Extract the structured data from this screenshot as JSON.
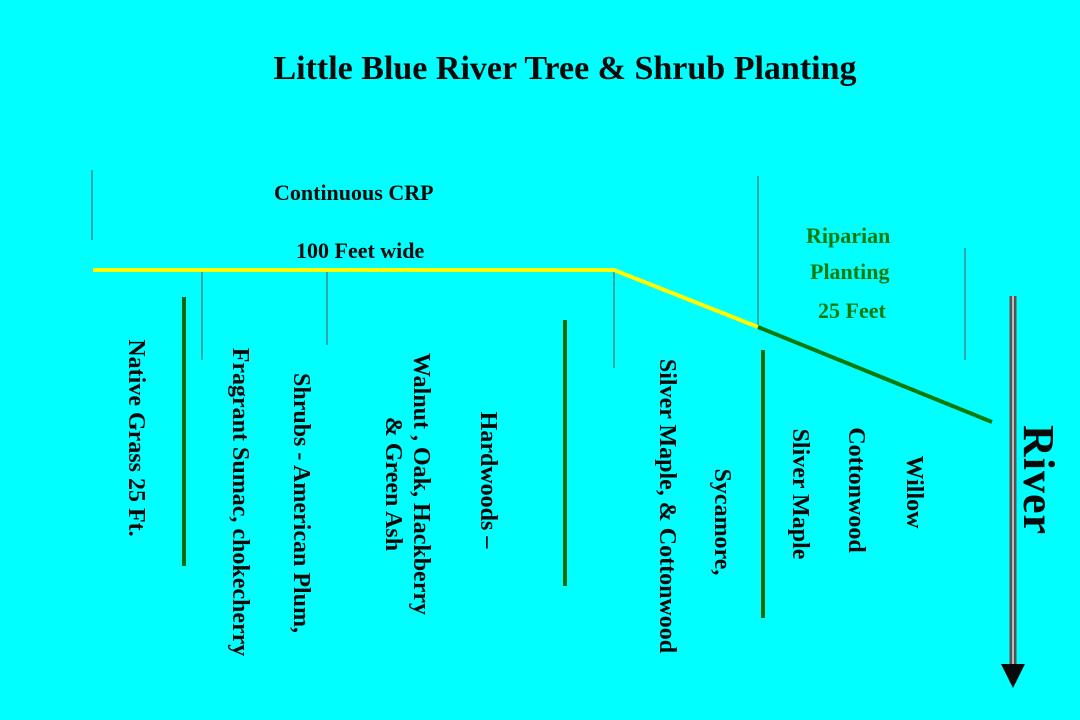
{
  "title": "Little Blue River Tree & Shrub Planting",
  "crp": {
    "line1": "Continuous CRP",
    "line2": "100 Feet wide"
  },
  "riparian": {
    "line1": "Riparian",
    "line2": "Planting",
    "line3": "25 Feet"
  },
  "zones": {
    "native_grass": "Native Grass 25 Ft.",
    "fragrant": "Fragrant Sumac, chokecherry",
    "shrubs": "Shrubs - American Plum,",
    "walnut": "Walnut , Oak, Hackberry",
    "green_ash": "&  Green Ash",
    "hardwoods": "Hardwoods –",
    "silver_maple_cotton": "Silver Maple, & Cottonwood",
    "sycamore": "Sycamore,",
    "sliver_maple": "Sliver Maple",
    "cottonwood": "Cottonwood",
    "willow": "Willow"
  },
  "river_label": "River",
  "colors": {
    "background": "#00FFFF",
    "yellow_line": "#FFFF00",
    "green_line": "#0B7A0B",
    "dark_green": "#0B6B0B",
    "text": "#0a0a0a"
  }
}
